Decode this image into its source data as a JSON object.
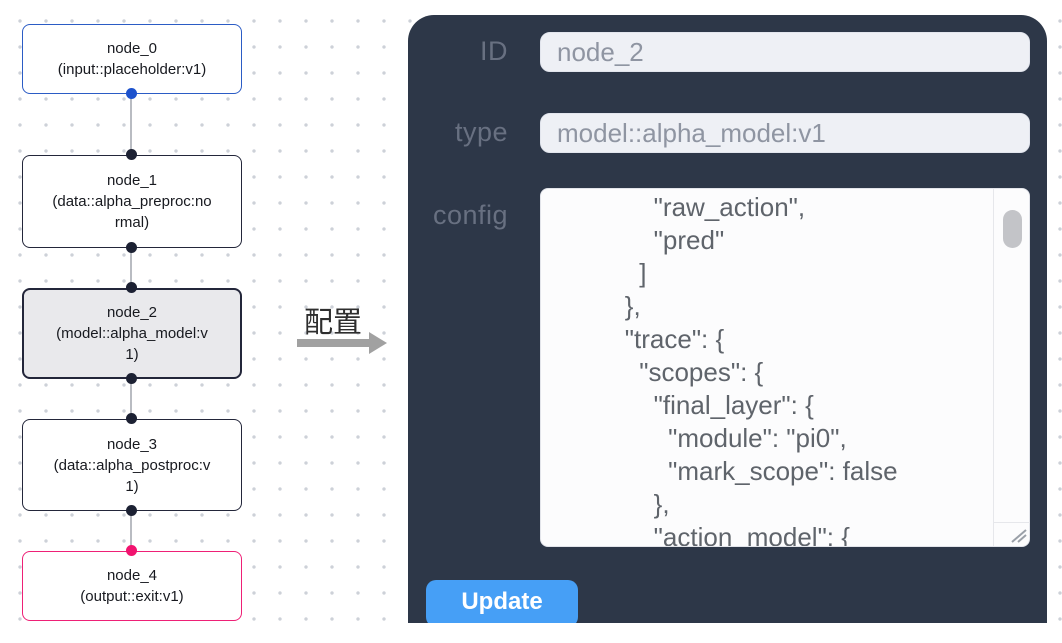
{
  "flow": {
    "nodes": [
      {
        "title": "node_0",
        "subtitle": "(input::placeholder:v1)",
        "kind": "input"
      },
      {
        "title": "node_1",
        "subtitle": "(data::alpha_preproc:normal)",
        "kind": "default"
      },
      {
        "title": "node_2",
        "subtitle": "(model::alpha_model:v1)",
        "kind": "default",
        "selected": true
      },
      {
        "title": "node_3",
        "subtitle": "(data::alpha_postproc:v1)",
        "kind": "default"
      },
      {
        "title": "node_4",
        "subtitle": "(output::exit:v1)",
        "kind": "output"
      }
    ],
    "connections": [
      "node_0->node_1",
      "node_1->node_2",
      "node_2->node_3",
      "node_3->node_4"
    ],
    "arrow_label": "配置"
  },
  "panel": {
    "id_field": {
      "label": "ID",
      "value": "node_2"
    },
    "type_field": {
      "label": "type",
      "value": "model::alpha_model:v1"
    },
    "config_field": {
      "label": "config",
      "value": "            \"raw_action\",\n            \"pred\"\n          ]\n        },\n        \"trace\": {\n          \"scopes\": {\n            \"final_layer\": {\n              \"module\": \"pi0\",\n              \"mark_scope\": false\n            },\n            \"action_model\": {"
    },
    "update_button": "Update"
  },
  "colors": {
    "panel_bg": "#2d3748",
    "button_blue": "#469ff6",
    "input_node_accent": "#2b5cc5",
    "input_handle_blue": "#1d52cd",
    "output_node_accent": "#ee2076",
    "output_handle_pink": "#f1136f",
    "default_node_border": "#23263a",
    "selected_node_bg": "#e9e9ec",
    "edge_gray": "#b9bcc2",
    "field_bg": "#eef0f5"
  }
}
